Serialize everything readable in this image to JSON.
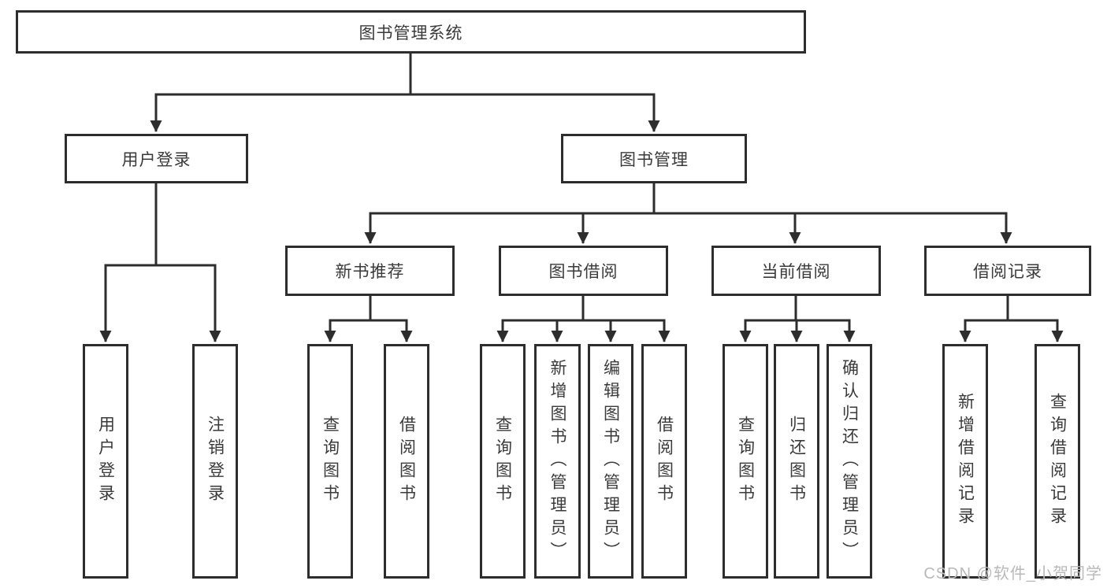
{
  "tree": {
    "root": {
      "label": "图书管理系统",
      "children": [
        {
          "label": "用户登录",
          "children": [
            {
              "label": "用户登录"
            },
            {
              "label": "注销登录"
            }
          ]
        },
        {
          "label": "图书管理",
          "children": [
            {
              "label": "新书推荐",
              "children": [
                {
                  "label": "查询图书"
                },
                {
                  "label": "借阅图书"
                }
              ]
            },
            {
              "label": "图书借阅",
              "children": [
                {
                  "label": "查询图书"
                },
                {
                  "label": "新增图书（管理员）"
                },
                {
                  "label": "编辑图书（管理员）"
                },
                {
                  "label": "借阅图书"
                }
              ]
            },
            {
              "label": "当前借阅",
              "children": [
                {
                  "label": "查询图书"
                },
                {
                  "label": "归还图书"
                },
                {
                  "label": "确认归还（管理员）"
                }
              ]
            },
            {
              "label": "借阅记录",
              "children": [
                {
                  "label": "新增借阅记录"
                },
                {
                  "label": "查询借阅记录"
                }
              ]
            }
          ]
        }
      ]
    }
  },
  "watermark": {
    "text": "CSDN @软件_小贺同学"
  },
  "colors": {
    "line": "#2d2d2d",
    "box_border": "#2d2d2d",
    "text": "#3a3a3a",
    "watermark": "#b9b9b9",
    "background": "#ffffff"
  }
}
